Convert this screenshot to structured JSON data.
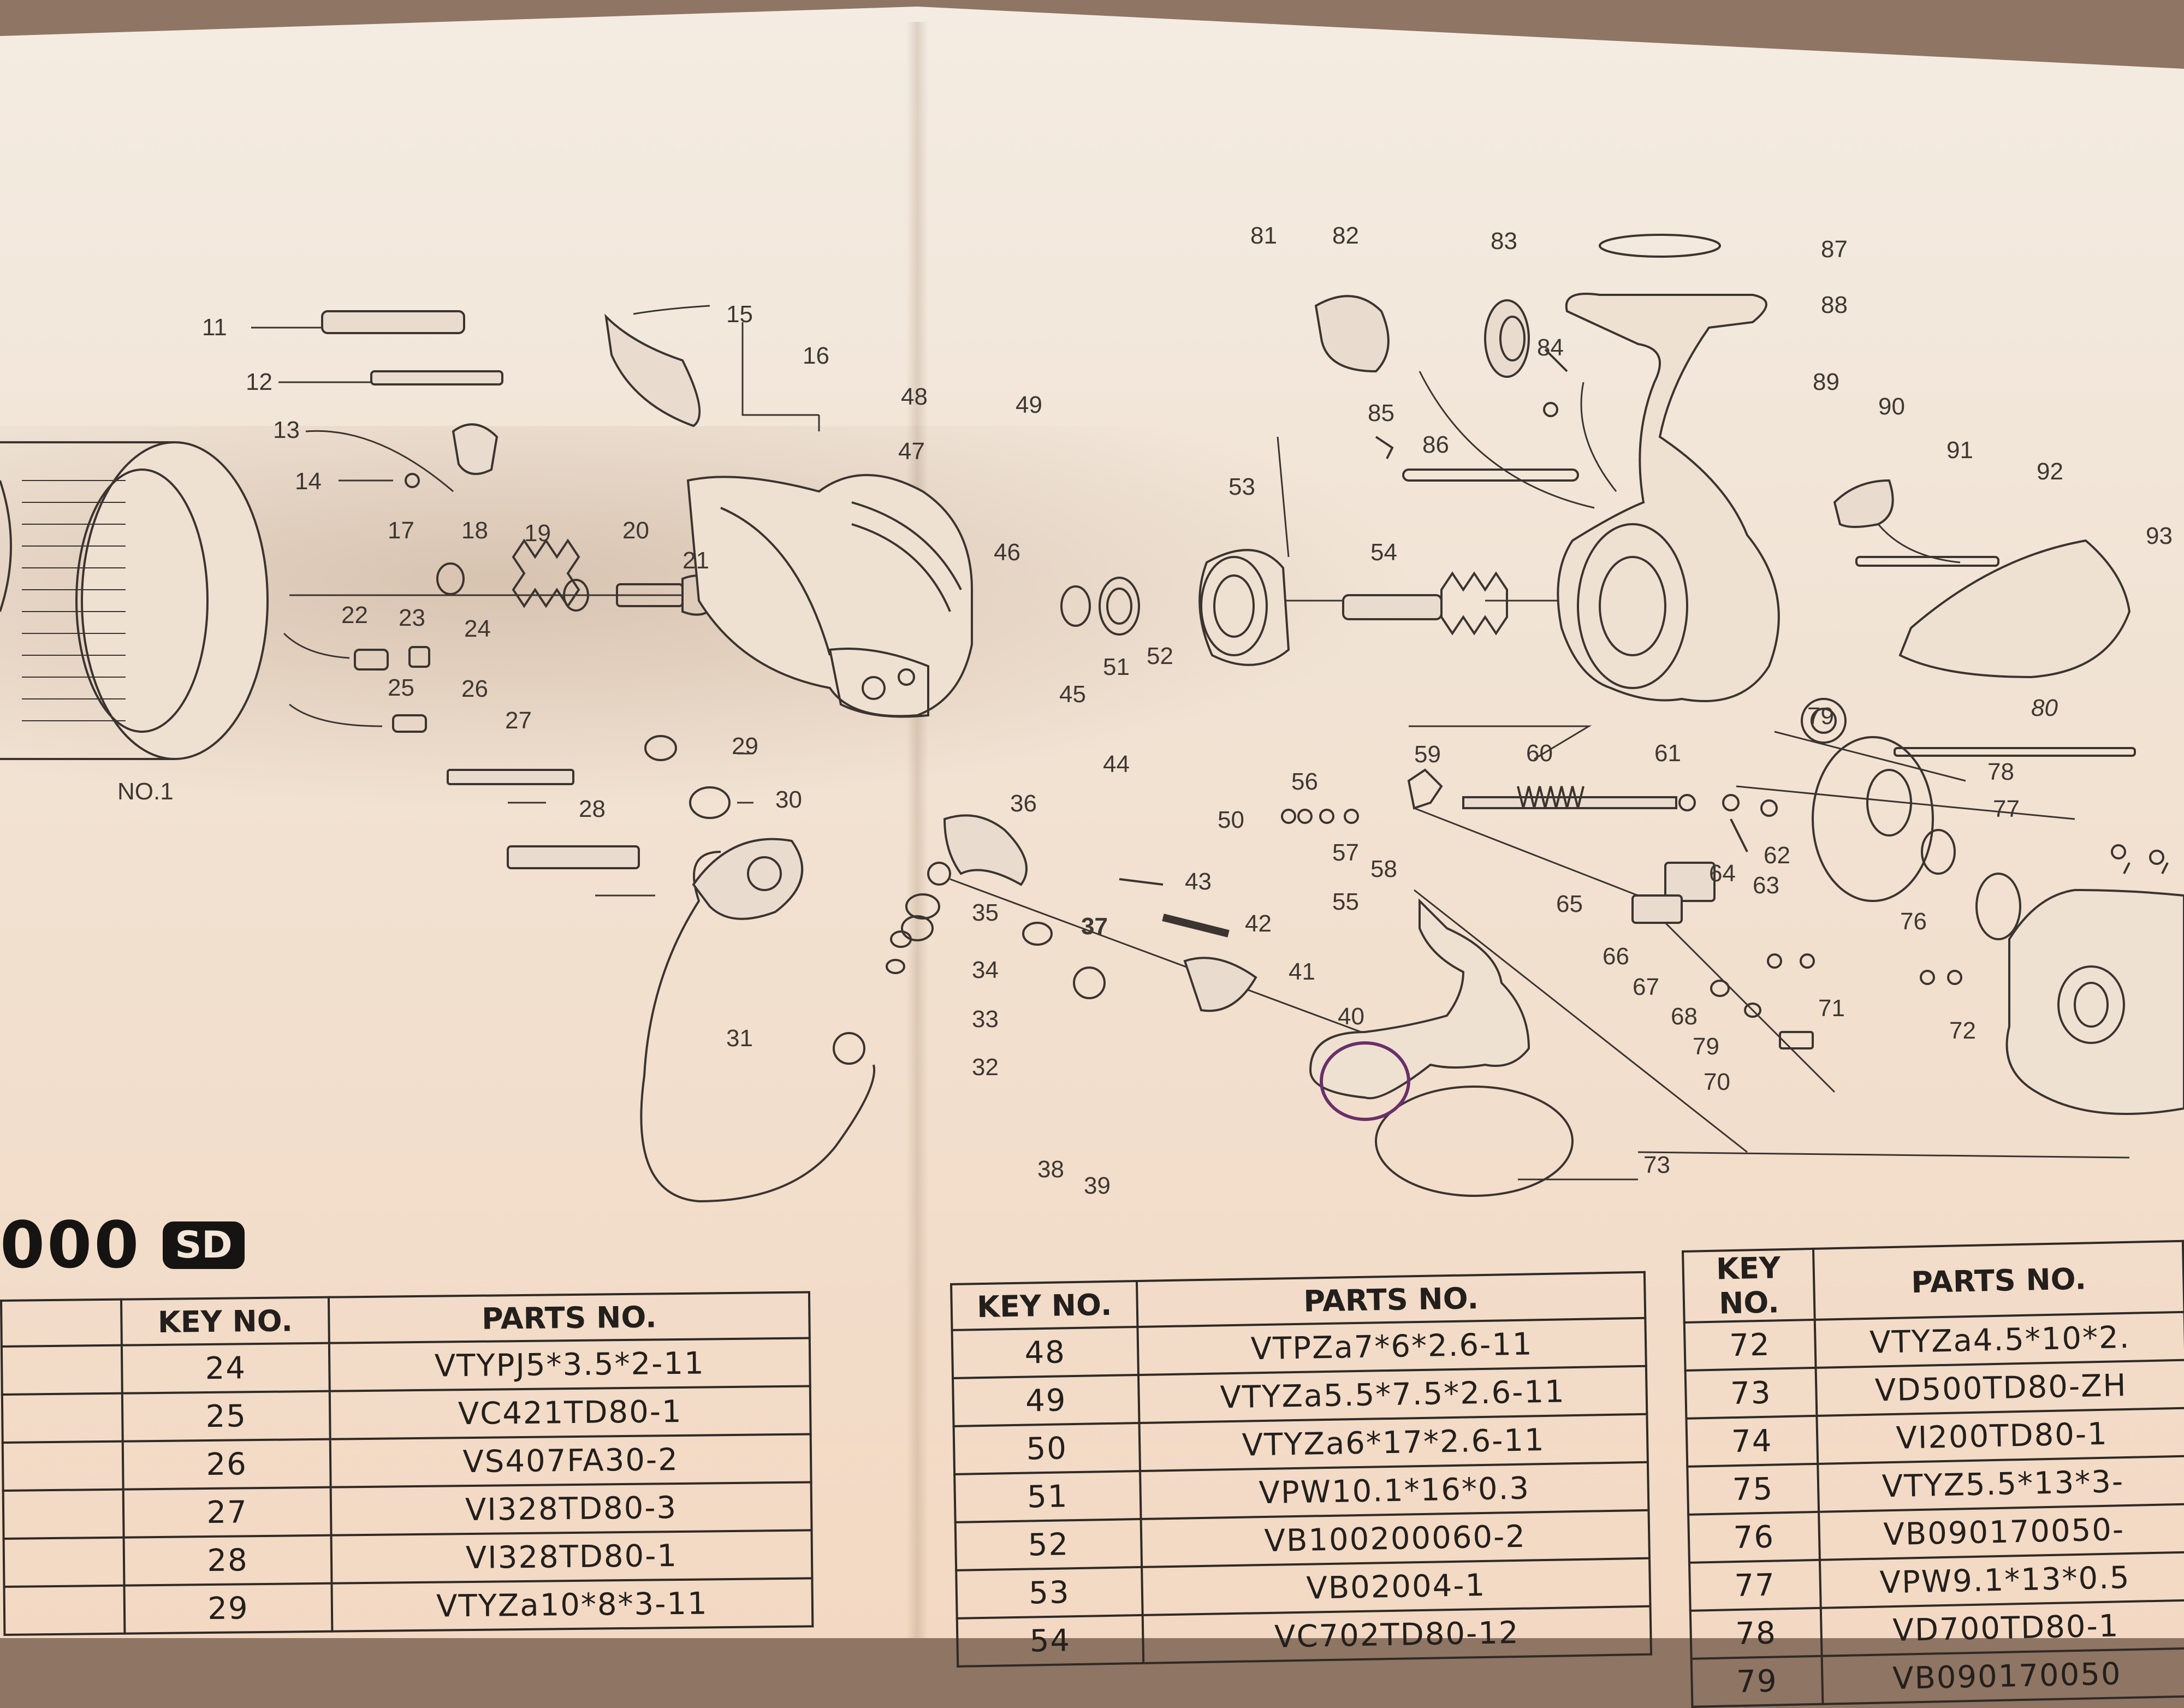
{
  "callouts": [
    "11",
    "12",
    "13",
    "14",
    "15",
    "16",
    "17",
    "18",
    "19",
    "20",
    "21",
    "22",
    "23",
    "24",
    "25",
    "26",
    "27",
    "28",
    "29",
    "30",
    "31",
    "32",
    "33",
    "34",
    "35",
    "36",
    "37",
    "38",
    "39",
    "40",
    "41",
    "42",
    "43",
    "44",
    "45",
    "46",
    "47",
    "48",
    "49",
    "50",
    "51",
    "52",
    "53",
    "54",
    "55",
    "56",
    "57",
    "58",
    "59",
    "60",
    "61",
    "62",
    "63",
    "64",
    "65",
    "66",
    "67",
    "68",
    "79",
    "70",
    "71",
    "72",
    "73",
    "76",
    "77",
    "78",
    "79",
    "80",
    "81",
    "82",
    "83",
    "84",
    "85",
    "86",
    "87",
    "88",
    "89",
    "90",
    "91",
    "92",
    "93",
    "NO.1"
  ],
  "model": {
    "number": "000",
    "suffix": "SD"
  },
  "tables": [
    {
      "header": {
        "key": "KEY NO.",
        "part": "PARTS NO."
      },
      "rows": [
        {
          "key": "24",
          "part": "VTYPJ5*3.5*2-11"
        },
        {
          "key": "25",
          "part": "VC421TD80-1"
        },
        {
          "key": "26",
          "part": "VS407FA30-2"
        },
        {
          "key": "27",
          "part": "VI328TD80-3"
        },
        {
          "key": "28",
          "part": "VI328TD80-1"
        },
        {
          "key": "29",
          "part": "VTYZa10*8*3-11"
        }
      ]
    },
    {
      "header": {
        "key": "KEY NO.",
        "part": "PARTS NO."
      },
      "rows": [
        {
          "key": "48",
          "part": "VTPZa7*6*2.6-11"
        },
        {
          "key": "49",
          "part": "VTYZa5.5*7.5*2.6-11"
        },
        {
          "key": "50",
          "part": "VTYZa6*17*2.6-11"
        },
        {
          "key": "51",
          "part": "VPW10.1*16*0.3"
        },
        {
          "key": "52",
          "part": "VB100200060-2"
        },
        {
          "key": "53",
          "part": "VB02004-1"
        },
        {
          "key": "54",
          "part": "VC702TD80-12"
        }
      ]
    },
    {
      "header": {
        "key": "KEY NO.",
        "part": "PARTS NO."
      },
      "rows": [
        {
          "key": "72",
          "part": "VTYZa4.5*10*2."
        },
        {
          "key": "73",
          "part": "VD500TD80-ZH"
        },
        {
          "key": "74",
          "part": "VI200TD80-1"
        },
        {
          "key": "75",
          "part": "VTYZ5.5*13*3-"
        },
        {
          "key": "76",
          "part": "VB090170050-"
        },
        {
          "key": "77",
          "part": "VPW9.1*13*0.5"
        },
        {
          "key": "78",
          "part": "VD700TD80-1"
        },
        {
          "key": "79",
          "part": "VB090170050"
        }
      ]
    }
  ]
}
